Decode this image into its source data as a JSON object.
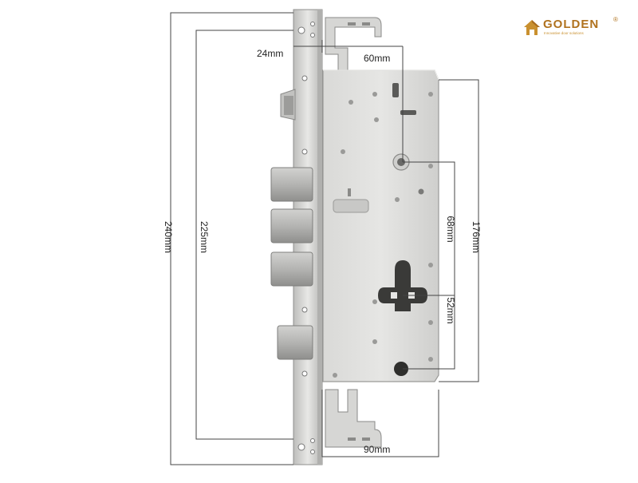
{
  "brand": {
    "name": "GOLDEN",
    "registered_mark": "®",
    "tagline": "Innovative door solutions",
    "color": "#b0721e"
  },
  "dimensions": {
    "faceplate_length": "240mm",
    "mounting_span": "225mm",
    "backset": "24mm",
    "faceplate_to_spindle": "60mm",
    "case_height": "176mm",
    "spindle_to_cylinder": "68mm",
    "cylinder_to_bottom": "52mm",
    "case_width": "90mm"
  },
  "colors": {
    "steel_light": "#e2e2e0",
    "steel_mid": "#cfcfcd",
    "steel_dark": "#a9a9a7",
    "line": "#444444"
  }
}
